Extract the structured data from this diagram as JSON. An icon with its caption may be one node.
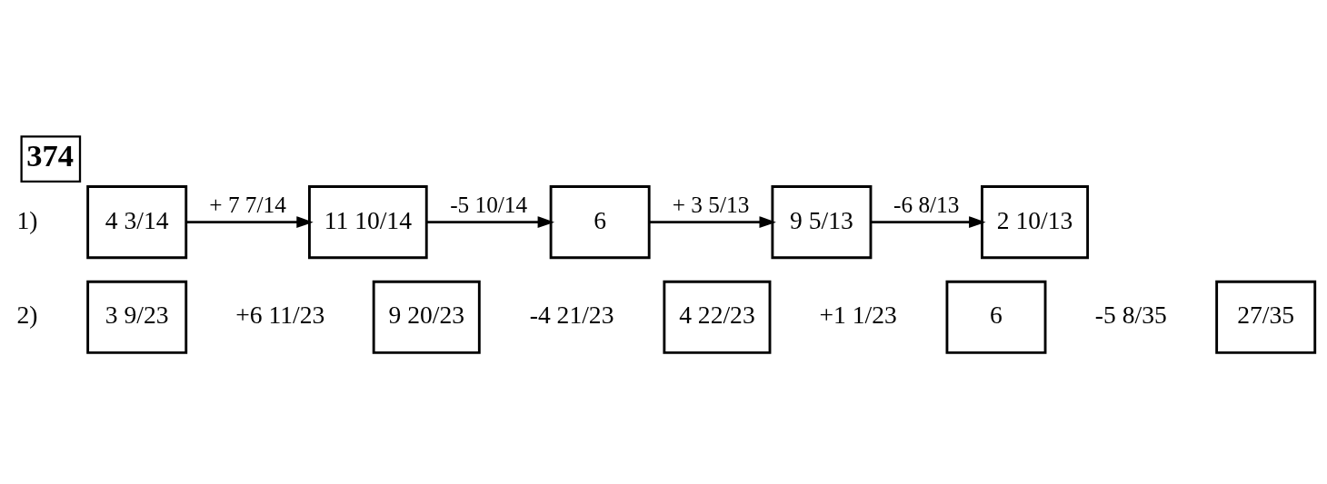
{
  "diagram": {
    "title": "374",
    "nodes": [
      {
        "text": [
          "4 3/14"
        ]
      },
      {
        "text": [
          "11 10/14"
        ]
      },
      {
        "text": [
          "6"
        ]
      },
      {
        "text": [
          "9 5/13"
        ]
      },
      {
        "text": [
          "2 10/13"
        ]
      },
      {
        "text": [
          "3 9/23"
        ]
      },
      {
        "text": [
          "9 20/23"
        ]
      },
      {
        "text": [
          "4 22/23"
        ]
      },
      {
        "text": [
          "6"
        ]
      },
      {
        "text": [
          "27/35"
        ]
      }
    ],
    "edges": [
      {
        "from": 0,
        "to": 1,
        "arrow": "to",
        "label": "+ 7 7/14"
      },
      {
        "from": 1,
        "to": 2,
        "arrow": "to",
        "label": "-5 10/14"
      },
      {
        "from": 2,
        "to": 3,
        "arrow": "to",
        "label": "+ 3 5/13"
      },
      {
        "from": 3,
        "to": 4,
        "arrow": "to",
        "label": "-6 8/13"
      }
    ],
    "labels": [
      "1)",
      "2)",
      "+6 11/23",
      "-4 21/23",
      "+1 1/23",
      "-5 8/35"
    ]
  }
}
